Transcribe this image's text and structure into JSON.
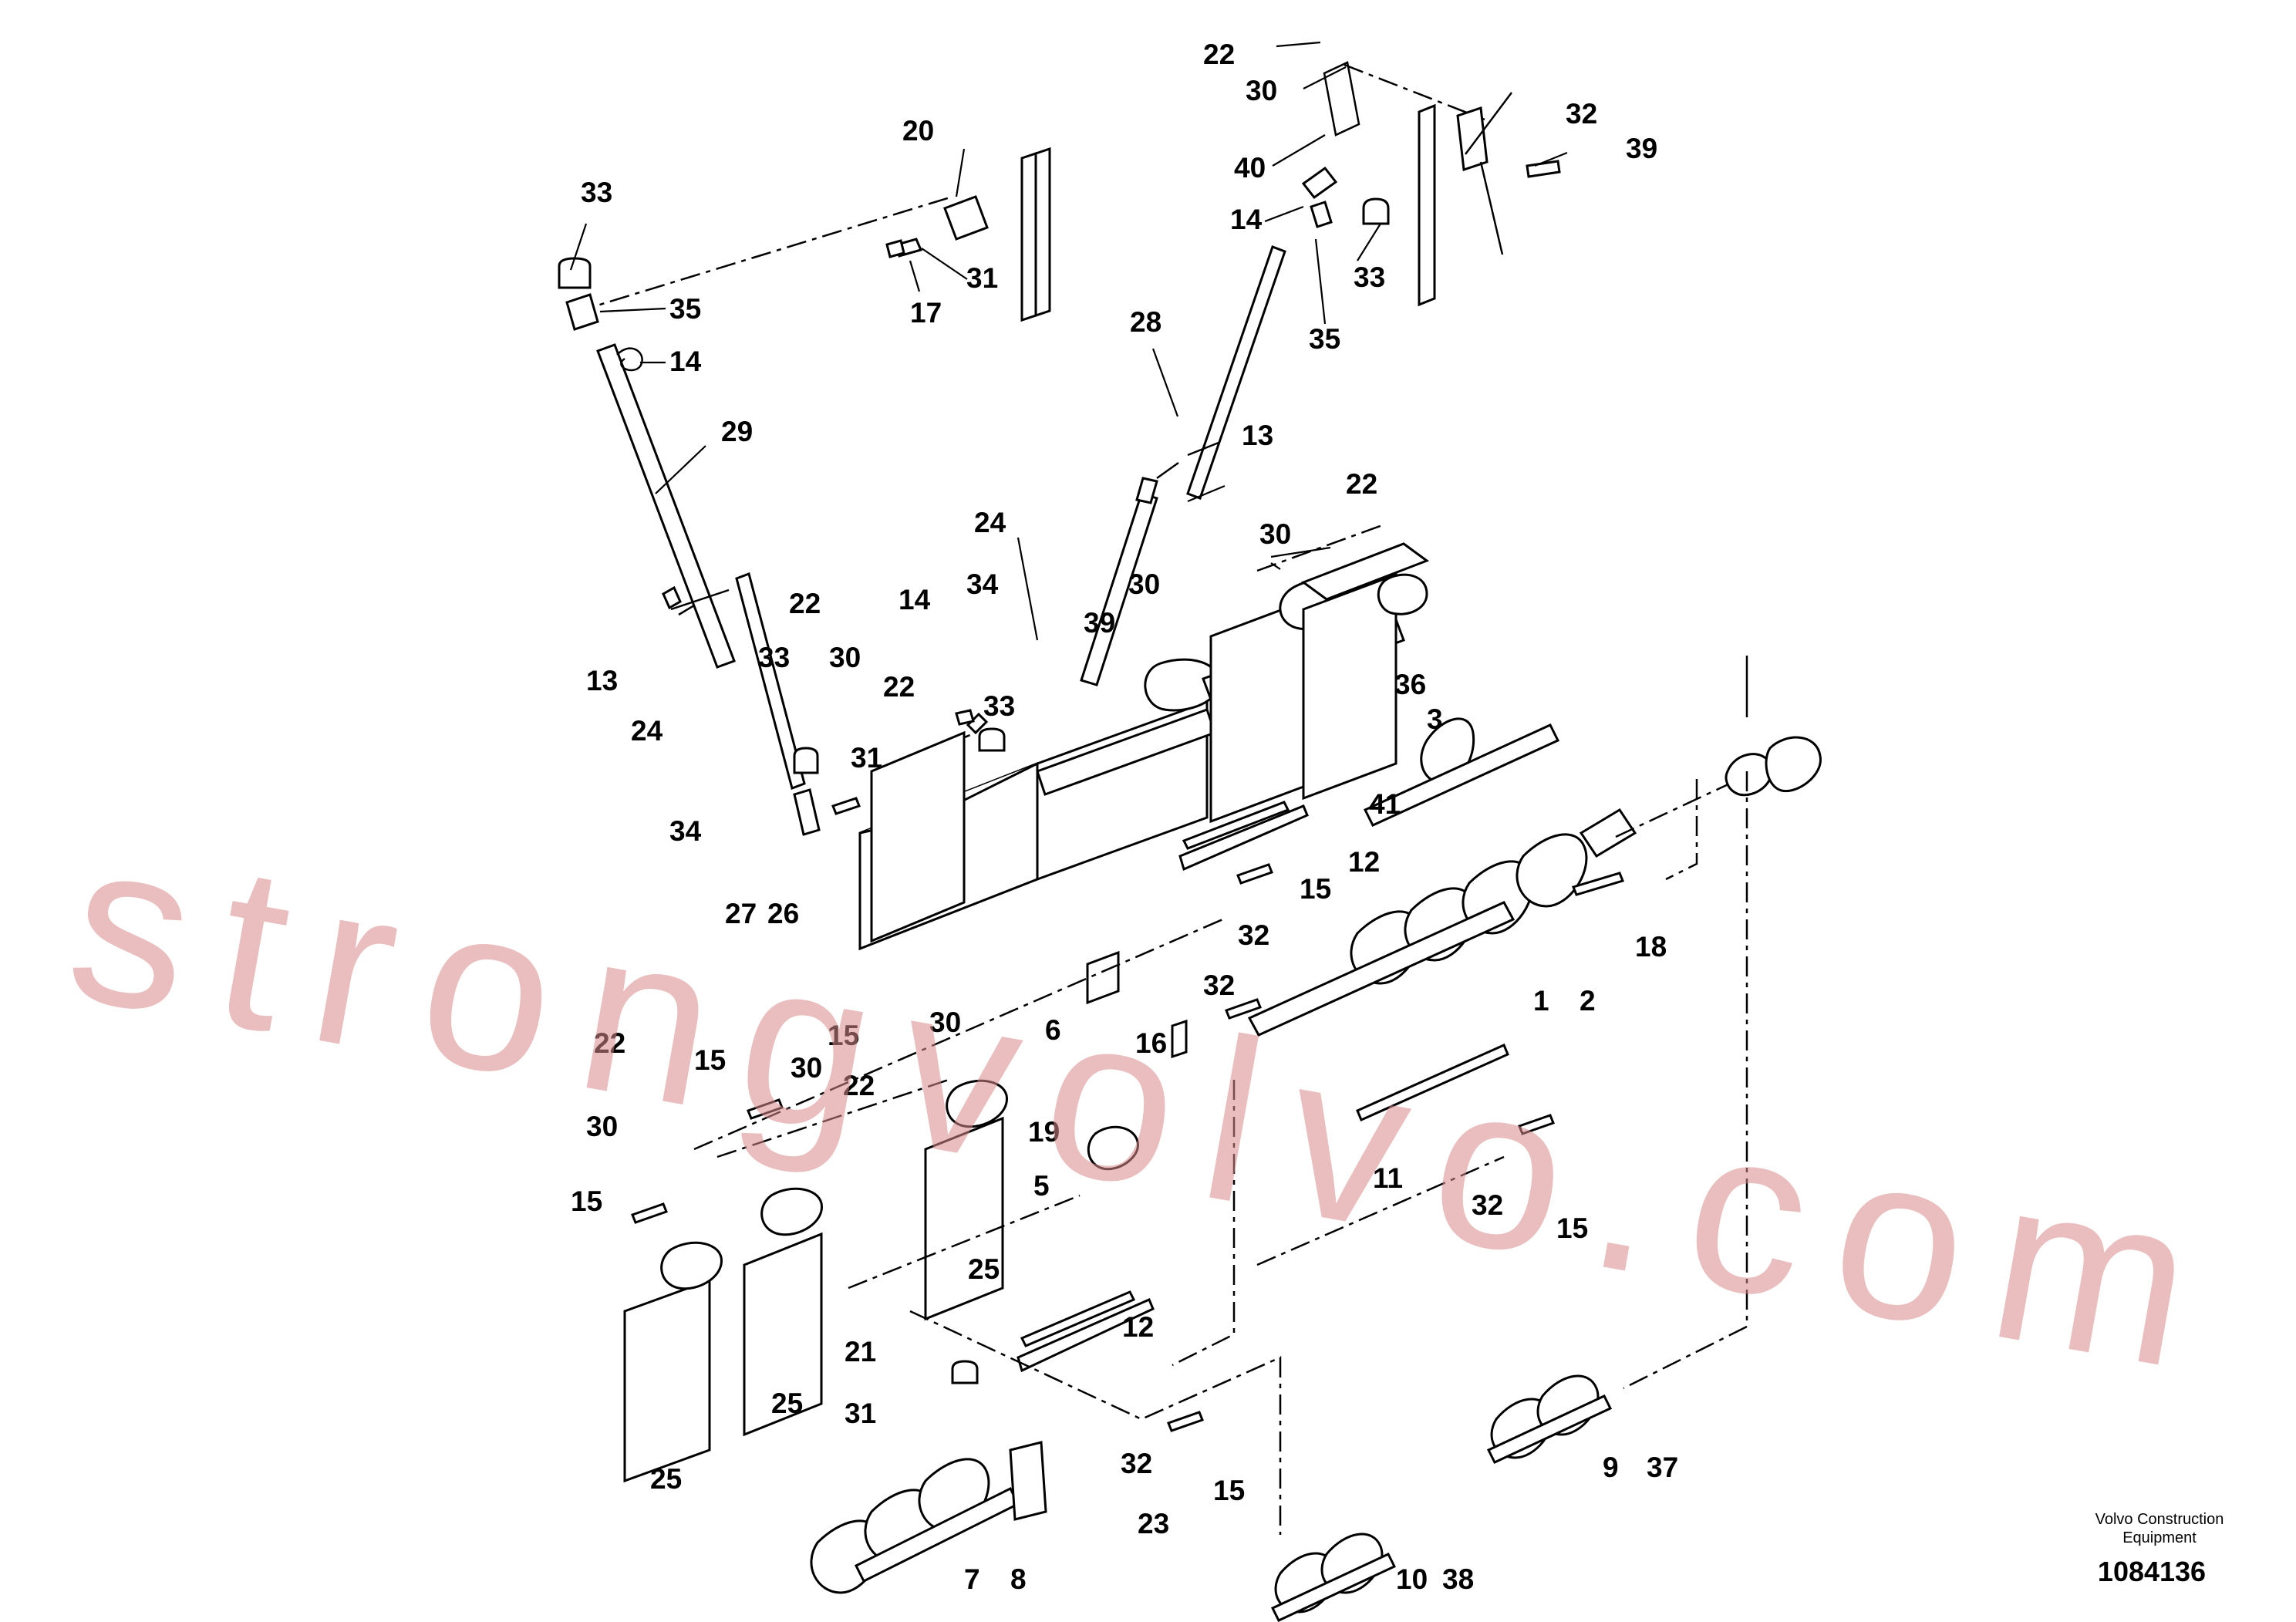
{
  "diagram": {
    "watermark": "strongvolvo.com",
    "credit_line_1": "Volvo Construction",
    "credit_line_2": "Equipment",
    "document_number": "1084136",
    "callouts": [
      "22",
      "30",
      "32",
      "39",
      "40",
      "14",
      "33",
      "35",
      "20",
      "33",
      "31",
      "17",
      "35",
      "14",
      "28",
      "29",
      "13",
      "24",
      "22",
      "30",
      "30",
      "39",
      "14",
      "34",
      "13",
      "22",
      "33",
      "30",
      "31",
      "22",
      "33",
      "24",
      "36",
      "3",
      "41",
      "12",
      "34",
      "15",
      "18",
      "27",
      "26",
      "32",
      "1",
      "2",
      "32",
      "6",
      "30",
      "16",
      "15",
      "22",
      "30",
      "15",
      "22",
      "19",
      "5",
      "11",
      "30",
      "15",
      "32",
      "15",
      "25",
      "12",
      "25",
      "21",
      "31",
      "25",
      "32",
      "15",
      "23",
      "9",
      "37",
      "7",
      "8",
      "10",
      "38"
    ]
  }
}
